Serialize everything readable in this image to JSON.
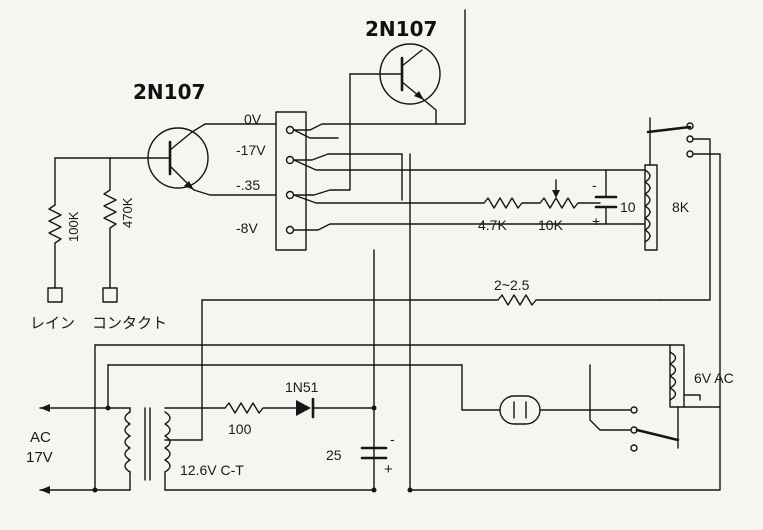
{
  "transistors": [
    {
      "label": "2N107"
    },
    {
      "label": "2N107"
    }
  ],
  "terminals": [
    {
      "label": "0V"
    },
    {
      "label": "-17V"
    },
    {
      "label": "-.35"
    },
    {
      "label": "-8V"
    }
  ],
  "resistors": {
    "r100k": "100K",
    "r470k": "470K",
    "r4_7k": "4.7K",
    "r10k": "10K",
    "r2_2_5": "2~2.5",
    "r100": "100"
  },
  "capacitors": {
    "c10": "10",
    "c25": "25",
    "plus": "+",
    "minus": "-"
  },
  "coils": {
    "relay1": "8K",
    "relay2": "6V AC"
  },
  "diode": "1N51",
  "transformer": "12.6V C-T",
  "mains": {
    "line1": "AC",
    "line2": "17V"
  },
  "contacts": {
    "rain": "レイン",
    "contact": "コンタクト"
  }
}
